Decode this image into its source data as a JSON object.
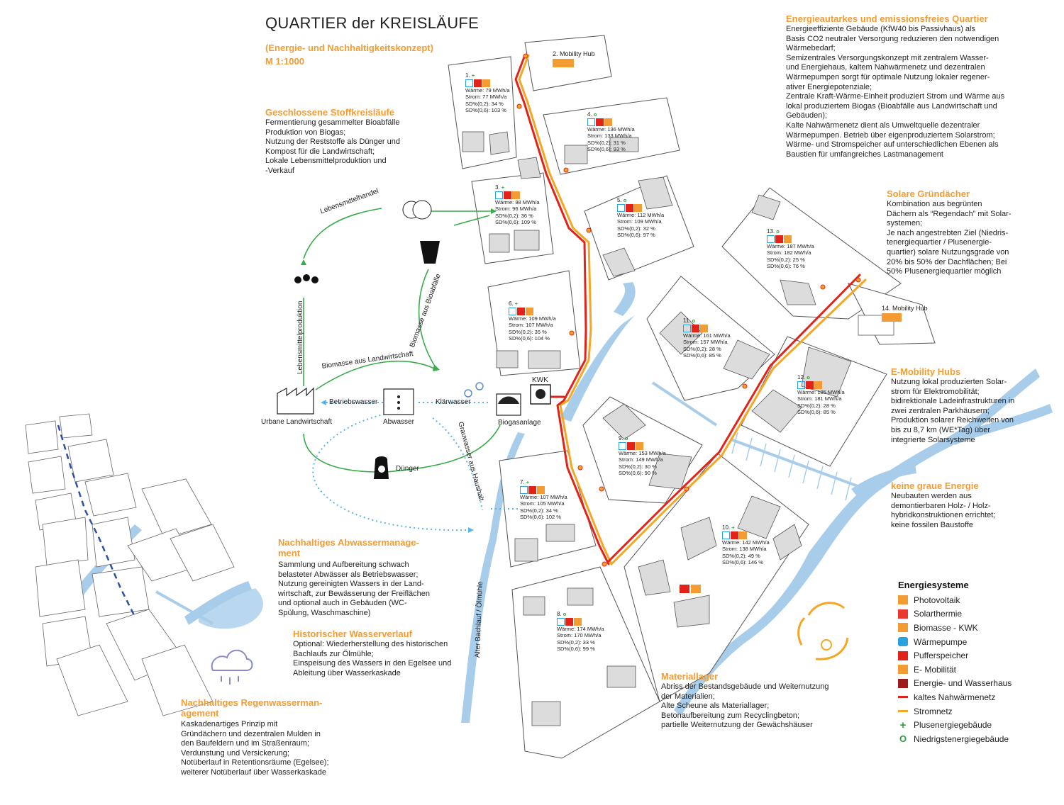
{
  "title": "QUARTIER der KREISLÄUFE",
  "subtitle": [
    "(Energie- und Nachhaltigkeitskonzept)",
    "M 1:1000"
  ],
  "sections": {
    "stoffkreis": {
      "heading": "Geschlossene Stoffkreisläufe",
      "lines": [
        "Fermentierung gesammelter Bioabfälle",
        "Produktion von Biogas;",
        "Nutzung der Reststoffe als Dünger und",
        "Kompost für die Landwirtschaft;",
        "Lokale Lebensmittelproduktion und",
        "-Verkauf"
      ]
    },
    "energie": {
      "heading": "Energieautarkes und emissionsfreies Quartier",
      "lines": [
        "Energieeffiziente Gebäude (KfW40 bis Passivhaus) als",
        "Basis CO2 neutraler Versorgung reduzieren den notwendigen",
        "Wärmebedarf;",
        "Semizentrales Versorgungskonzept mit zentralem Wasser-",
        "und Energiehaus, kaltem Nahwärmenetz und dezentralen",
        "Wärmepumpen sorgt für optimale Nutzung lokaler regener-",
        "ativer Energiepotenziale;",
        "Zentrale Kraft-Wärme-Einheit produziert Strom und Wärme aus",
        "lokal produziertem Biogas (Bioabfälle aus Landwirtschaft und",
        "Gebäuden);",
        "Kalte Nahwärmenetz dient als Umweltquelle dezentraler",
        "Wärmepumpen. Betrieb über eigenproduziertem Solarstrom;",
        "Wärme- und Stromspeicher auf unterschiedlichen Ebenen als",
        "Baustien für umfangreiches Lastmanagement"
      ]
    },
    "solar": {
      "heading": "Solare Gründächer",
      "lines": [
        "Kombination aus begrünten",
        "Dächern als “Regendach” mit Solar-",
        "systemen;",
        "Je nach angestrebten Ziel (Niedris-",
        "tenergiequartier / Plusenergie-",
        "quartier) solare Nutzungsgrade von",
        "20% bis 50% der Dachflächen; Bei",
        "50% Plusenergiequartier möglich"
      ]
    },
    "emob": {
      "heading": "E-Mobility Hubs",
      "lines": [
        "Nutzung lokal produzierten Solar-",
        "strom für Elektromobilität;",
        "bidirektionale Ladeinfrastrukturen in",
        "zwei zentralen Parkhäusern;",
        "Produktion solarer Reichweiten von",
        "bis zu 8,7 km (WE*Tag) über",
        "integrierte Solarsysteme"
      ]
    },
    "grau": {
      "heading": "keine graue Energie",
      "lines": [
        "Neubauten werden aus",
        "demontierbaren Holz- / Holz-",
        "hybridkonstruktionen errichtet;",
        "keine fossilen Baustoffe"
      ]
    },
    "abwasser": {
      "heading": [
        "Nachhaltiges Abwassermanage-",
        "ment"
      ],
      "lines": [
        "Sammlung und Aufbereitung schwach",
        "belasteter Abwässer als Betriebswasser;",
        "Nutzung gereinigten Wassers in der Land-",
        "wirtschaft, zur Bewässerung der Freiflächen",
        "und optional auch in Gebäuden (WC-",
        "Spülung, Waschmaschine)"
      ]
    },
    "historisch": {
      "heading": "Historischer Wasserverlauf",
      "lines": [
        "Optional: Wiederherstellung des historischen",
        "Bachlaufs zur Ölmühle;",
        "Einspeisung des Wassers in den Egelsee und",
        "Ableitung über Wasserkaskade"
      ]
    },
    "regen": {
      "heading": [
        "Nachhaltiges Regenwasserman-",
        "agement"
      ],
      "lines": [
        "Kaskadenartiges Prinzip mit",
        "Gründächern und dezentralen Mulden in",
        "den Baufeldern und im Straßenraum;",
        "Verdunstung und Versickerung;",
        "Notüberlauf in Retentionsräume (Egelsee);",
        "weiterer Notüberlauf über Wasserkaskade"
      ]
    },
    "material": {
      "heading": "Materiallager",
      "lines": [
        "Abriss der Bestandsgebäude und Weiternutzung",
        "der Materialien;",
        "Alte Scheune als Materiallager;",
        "Betonaufbereitung zum Recyclingbeton;",
        "partielle Weiternutzung der Gewächshäuser"
      ]
    }
  },
  "flow_labels": {
    "lebensmittelhandel": "Lebensmittelhandel",
    "lebensmittelproduktion": "Lebensmittelproduktion",
    "biomasse_bio": "Biomasse aus Bioabfälle",
    "biomasse_land": "Biomasse aus Landwirtschaft",
    "betriebswasser": "Betriebswasser",
    "klaerwasser": "Klärwasser",
    "grauwasser": "Grauwasser aus Haushalt",
    "duenger": "Dünger",
    "urbane": "Urbane Landwirtschaft",
    "abwasser": "Abwasser",
    "biogas": "Biogasanlage",
    "kwk": "KWK",
    "bachlauf": "Alter Bachlauf / Ölmühle"
  },
  "hubs": [
    {
      "id": "hub2",
      "label": "2. Mobility Hub"
    },
    {
      "id": "hub14",
      "label": "14. Mobility Hub"
    }
  ],
  "buildings": [
    {
      "id": "b1",
      "no": "1.",
      "mark": "+",
      "waerme": "Wärme: 79 MWh/a",
      "strom": "Strom: 77 MWh/a",
      "sd02": "SD%(0,2): 34 %",
      "sd06": "SD%(0,6): 103 %"
    },
    {
      "id": "b3",
      "no": "3.",
      "mark": "+",
      "waerme": "Wärme: 98 MWh/a",
      "strom": "Strom: 96 MWh/a",
      "sd02": "SD%(0,2): 36 %",
      "sd06": "SD%(0,6): 109 %"
    },
    {
      "id": "b4",
      "no": "4.",
      "mark": "o",
      "waerme": "Wärme: 136 MWh/a",
      "strom": "Strom: 133 MWh/a",
      "sd02": "SD%(0,2): 31 %",
      "sd06": "SD%(0,6): 93 %"
    },
    {
      "id": "b5",
      "no": "5.",
      "mark": "o",
      "waerme": "Wärme: 112 MWh/a",
      "strom": "Strom: 109 MWh/a",
      "sd02": "SD%(0,2): 32 %",
      "sd06": "SD%(0,6): 97 %"
    },
    {
      "id": "b6",
      "no": "6.",
      "mark": "+",
      "waerme": "Wärme: 109 MWh/a",
      "strom": "Strom: 107 MWh/a",
      "sd02": "SD%(0,2): 35 %",
      "sd06": "SD%(0,6): 104 %"
    },
    {
      "id": "b7",
      "no": "7.",
      "mark": "+",
      "waerme": "Wärme: 107 MWh/a",
      "strom": "Strom: 105 MWh/a",
      "sd02": "SD%(0,2): 34 %",
      "sd06": "SD%(0,6): 102 %"
    },
    {
      "id": "b8",
      "no": "8.",
      "mark": "o",
      "waerme": "Wärme: 174 MWh/a",
      "strom": "Strom: 170 MWh/a",
      "sd02": "SD%(0,2): 33 %",
      "sd06": "SD%(0,6): 99 %"
    },
    {
      "id": "b9",
      "no": "9.",
      "mark": "o",
      "waerme": "Wärme: 153 MWh/a",
      "strom": "Strom: 149 MWh/a",
      "sd02": "SD%(0,2): 30 %",
      "sd06": "SD%(0,6): 90 %"
    },
    {
      "id": "b10",
      "no": "10.",
      "mark": "+",
      "waerme": "Wärme: 142 MWh/a",
      "strom": "Strom: 138 MWh/a",
      "sd02": "SD%(0,2): 49 %",
      "sd06": "SD%(0,6): 146 %"
    },
    {
      "id": "b11",
      "no": "11.",
      "mark": "o",
      "waerme": "Wärme: 161 MWh/a",
      "strom": "Strom: 157 MWh/a",
      "sd02": "SD%(0,2): 28 %",
      "sd06": "SD%(0,6): 85 %"
    },
    {
      "id": "b12",
      "no": "12.",
      "mark": "o",
      "waerme": "Wärme: 185 MWh/a",
      "strom": "Strom: 181 MWh/a",
      "sd02": "SD%(0,2): 28 %",
      "sd06": "SD%(0,6): 85 %"
    },
    {
      "id": "b13",
      "no": "13.",
      "mark": "o",
      "waerme": "Wärme: 187 MWh/a",
      "strom": "Strom: 182 MWh/a",
      "sd02": "SD%(0,2): 25 %",
      "sd06": "SD%(0,6): 76 %"
    }
  ],
  "legend": {
    "title": "Energiesysteme",
    "items": [
      {
        "label": "Photovoltaik",
        "color": "#f39c33",
        "kind": "box"
      },
      {
        "label": "Solarthermie",
        "color": "#e8382f",
        "kind": "box"
      },
      {
        "label": "Biomasse - KWK",
        "color": "#f39c33",
        "kind": "box"
      },
      {
        "label": "Wärmepumpe",
        "color": "#29a3dd",
        "kind": "box"
      },
      {
        "label": "Pufferspeicher",
        "color": "#e2231a",
        "kind": "box"
      },
      {
        "label": "E- Mobilität",
        "color": "#f39c33",
        "kind": "box"
      },
      {
        "label": "Energie- und Wasserhaus",
        "color": "#9e1b1b",
        "kind": "box"
      },
      {
        "label": "kaltes Nahwärmenetz",
        "color": "#e2231a",
        "kind": "line"
      },
      {
        "label": "Stromnetz",
        "color": "#f5a623",
        "kind": "line"
      },
      {
        "label": "Plusenergiegebäude",
        "color": "#2e9e3b",
        "kind": "plus"
      },
      {
        "label": "Niedrigstenergiegebäude",
        "color": "#2e9e3b",
        "kind": "circle"
      }
    ]
  },
  "colors": {
    "accent": "#f39c33",
    "green": "#3aab4a",
    "blue_dotted": "#5ab4e8",
    "water": "#9cc7e8",
    "red_net": "#e2231a",
    "orange_net": "#f5a623"
  }
}
